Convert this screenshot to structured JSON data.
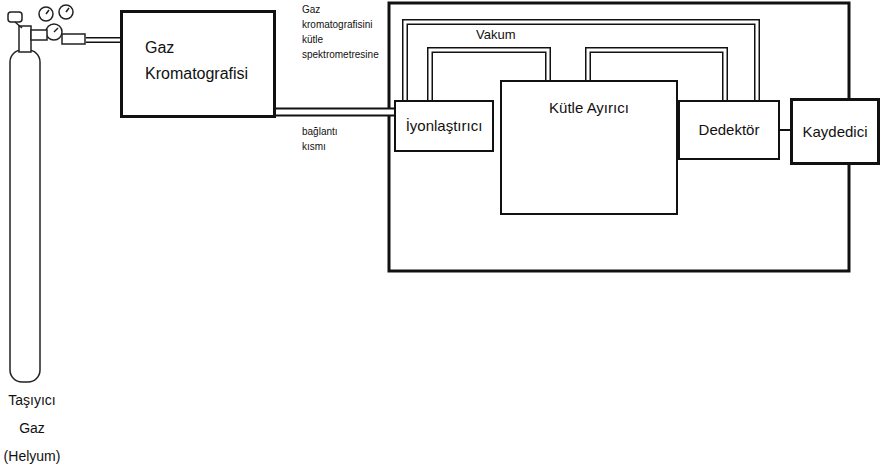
{
  "diagram": {
    "nodes": [
      {
        "text": [
          "Taşıyıcı Gaz (Helyum)"
        ]
      },
      {
        "text": [
          "Gaz Kromatografisi"
        ]
      },
      {
        "text": [
          "İyonlaştırıcı"
        ]
      },
      {
        "text": [
          "Kütle Ayırıcı"
        ]
      },
      {
        "text": [
          "Dedektör"
        ]
      },
      {
        "text": [
          "Kaydedici"
        ]
      }
    ],
    "edges": [
      {
        "from": 0,
        "to": 1,
        "arrow": "none"
      },
      {
        "from": 1,
        "to": 2,
        "arrow": "none"
      },
      {
        "from": 4,
        "to": 5,
        "arrow": "none"
      }
    ],
    "labels": [
      "Gaz kromatografisini kütle spektrometresine",
      "bağlantı kısmı",
      "Vakum"
    ]
  }
}
